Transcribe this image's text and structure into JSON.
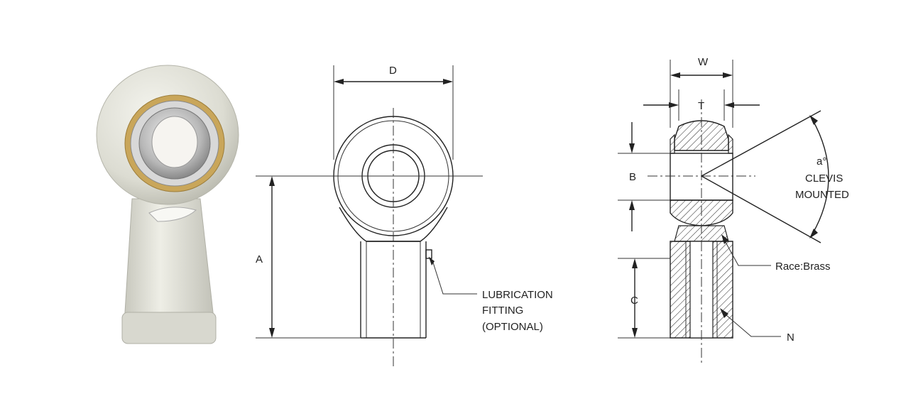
{
  "front_view": {
    "dim_D": "D",
    "dim_A": "A",
    "callout_line1": "LUBRICATION",
    "callout_line2": "FITTING",
    "callout_line3": "(OPTIONAL)"
  },
  "section_view": {
    "dim_W": "W",
    "dim_T": "T",
    "dim_B": "B",
    "dim_C": "C",
    "angle_label": "a°",
    "angle_line2": "CLEVIS",
    "angle_line3": "MOUNTED",
    "race_label": "Race:Brass",
    "thread_label": "N"
  },
  "colors": {
    "line": "#222222",
    "brass": "#c9a65a",
    "body": "#dcdcd4"
  }
}
